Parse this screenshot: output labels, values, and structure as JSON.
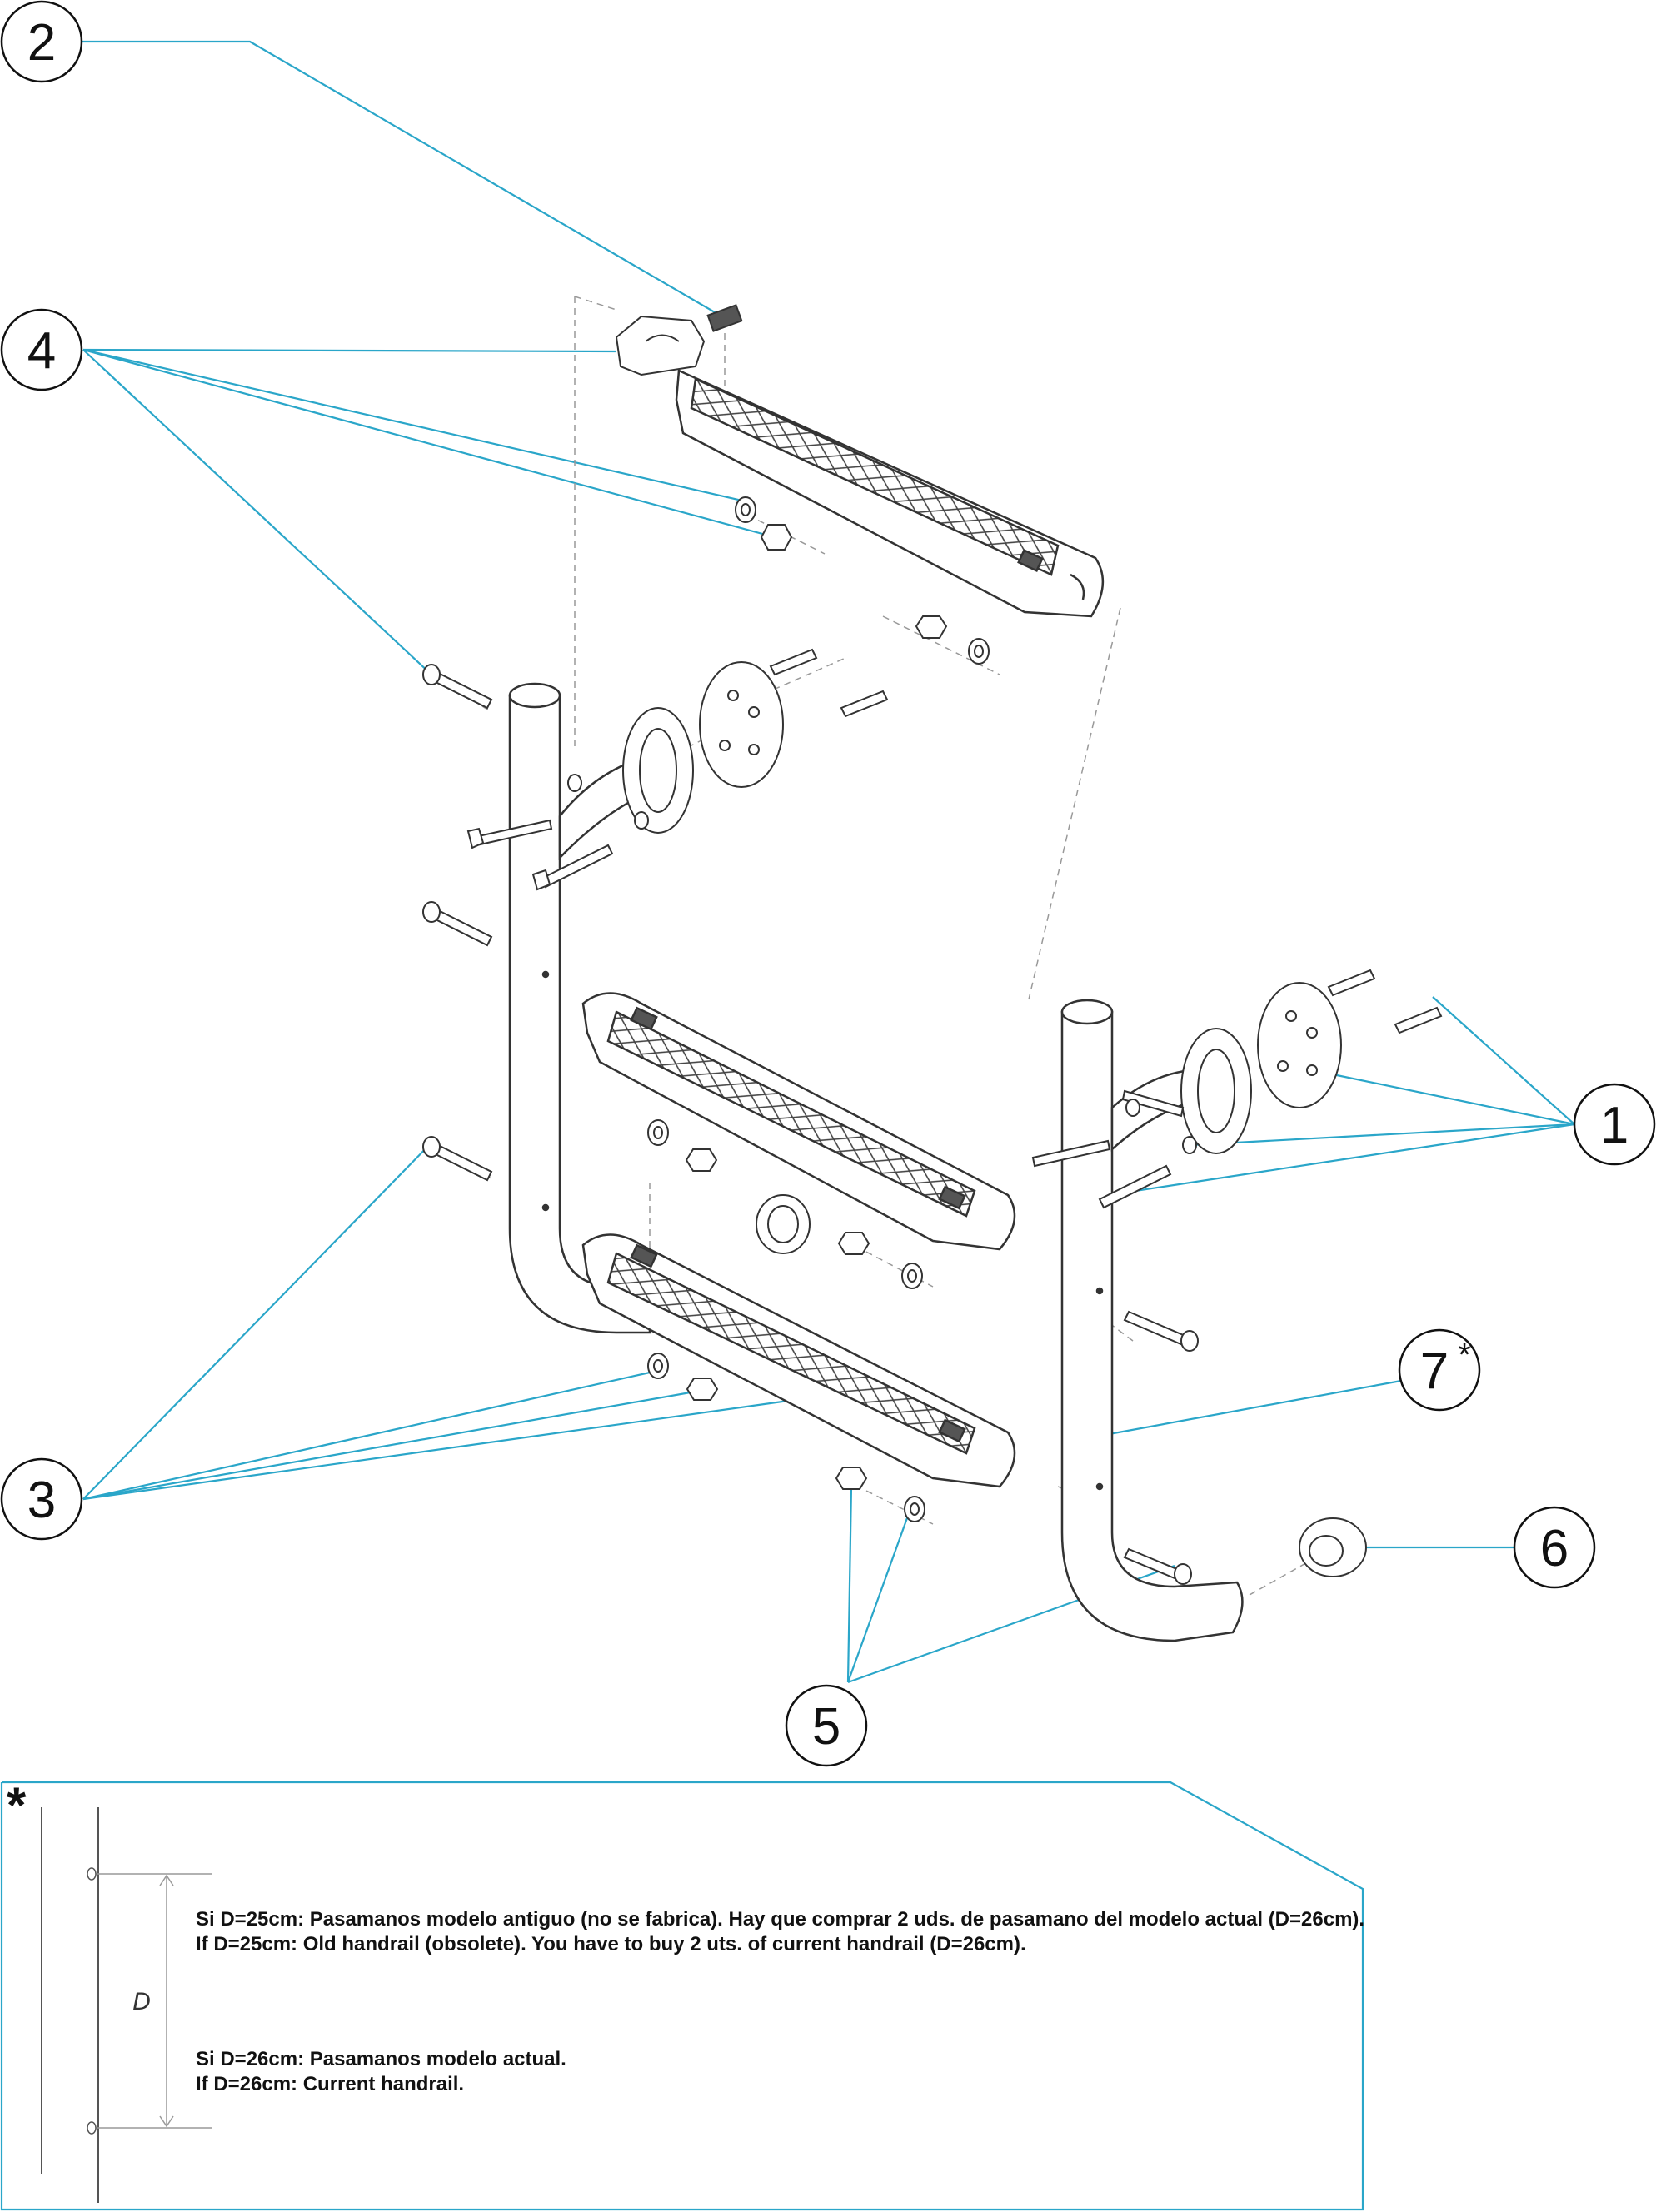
{
  "callouts": {
    "c1": "1",
    "c2": "2",
    "c3": "3",
    "c4": "4",
    "c5": "5",
    "c6": "6",
    "c7": "7",
    "c7_sup": "*"
  },
  "note": {
    "star": "*",
    "dimension_label": "D",
    "line1": "Si D=25cm: Pasamanos modelo antiguo (no se fabrica). Hay que comprar 2 uds. de pasamano del modelo actual (D=26cm).",
    "line2": "If D=25cm: Old handrail (obsolete). You have to buy 2 uts. of current handrail (D=26cm).",
    "line3": "Si D=26cm: Pasamanos modelo actual.",
    "line4": "If D=26cm: Current handrail."
  },
  "colors": {
    "leader": "#2aa6c9",
    "outline": "#333333",
    "dashed": "#999999",
    "tread_dark": "#555555"
  }
}
